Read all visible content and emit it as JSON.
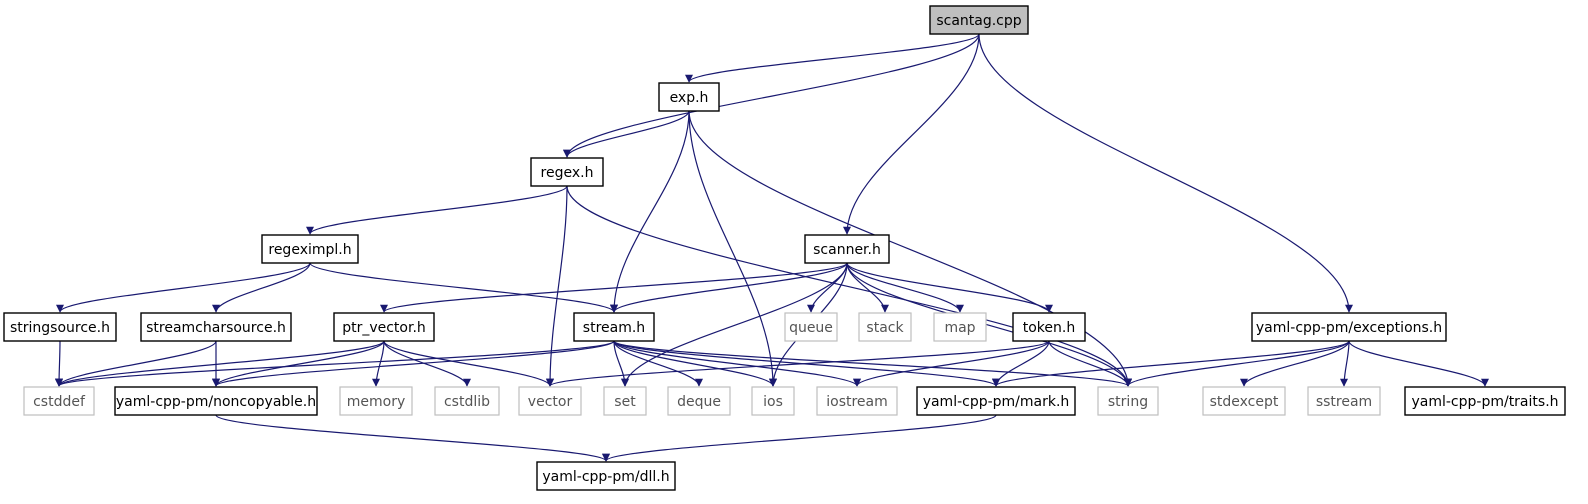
{
  "diagram": {
    "type": "include-dependency-graph",
    "colors": {
      "edge": "#191970",
      "root_fill": "#bfbfbf",
      "system_border": "#bfbfbf"
    },
    "nodes": [
      {
        "id": "scantag",
        "label": "scantag.cpp",
        "kind": "root"
      },
      {
        "id": "exp",
        "label": "exp.h",
        "kind": "local"
      },
      {
        "id": "regex",
        "label": "regex.h",
        "kind": "local"
      },
      {
        "id": "regeximpl",
        "label": "regeximpl.h",
        "kind": "local"
      },
      {
        "id": "scanner",
        "label": "scanner.h",
        "kind": "local"
      },
      {
        "id": "stringsource",
        "label": "stringsource.h",
        "kind": "local"
      },
      {
        "id": "streamcharsource",
        "label": "streamcharsource.h",
        "kind": "local"
      },
      {
        "id": "ptr_vector",
        "label": "ptr_vector.h",
        "kind": "local"
      },
      {
        "id": "stream",
        "label": "stream.h",
        "kind": "local"
      },
      {
        "id": "queue",
        "label": "queue",
        "kind": "system"
      },
      {
        "id": "stack",
        "label": "stack",
        "kind": "system"
      },
      {
        "id": "map",
        "label": "map",
        "kind": "system"
      },
      {
        "id": "token",
        "label": "token.h",
        "kind": "local"
      },
      {
        "id": "exceptions",
        "label": "yaml-cpp-pm/exceptions.h",
        "kind": "local"
      },
      {
        "id": "cstddef",
        "label": "cstddef",
        "kind": "system"
      },
      {
        "id": "noncopyable",
        "label": "yaml-cpp-pm/noncopyable.h",
        "kind": "local"
      },
      {
        "id": "memory",
        "label": "memory",
        "kind": "system"
      },
      {
        "id": "cstdlib",
        "label": "cstdlib",
        "kind": "system"
      },
      {
        "id": "vector",
        "label": "vector",
        "kind": "system"
      },
      {
        "id": "set",
        "label": "set",
        "kind": "system"
      },
      {
        "id": "deque",
        "label": "deque",
        "kind": "system"
      },
      {
        "id": "ios",
        "label": "ios",
        "kind": "system"
      },
      {
        "id": "iostream",
        "label": "iostream",
        "kind": "system"
      },
      {
        "id": "mark",
        "label": "yaml-cpp-pm/mark.h",
        "kind": "local"
      },
      {
        "id": "string",
        "label": "string",
        "kind": "system"
      },
      {
        "id": "stdexcept",
        "label": "stdexcept",
        "kind": "system"
      },
      {
        "id": "sstream",
        "label": "sstream",
        "kind": "system"
      },
      {
        "id": "traits",
        "label": "yaml-cpp-pm/traits.h",
        "kind": "local"
      },
      {
        "id": "dll",
        "label": "yaml-cpp-pm/dll.h",
        "kind": "local"
      }
    ],
    "edges": [
      {
        "from": "scantag",
        "to": "exp"
      },
      {
        "from": "scantag",
        "to": "regex"
      },
      {
        "from": "scantag",
        "to": "scanner"
      },
      {
        "from": "scantag",
        "to": "exceptions"
      },
      {
        "from": "exp",
        "to": "regex"
      },
      {
        "from": "exp",
        "to": "stream"
      },
      {
        "from": "exp",
        "to": "ios"
      },
      {
        "from": "exp",
        "to": "string"
      },
      {
        "from": "regex",
        "to": "regeximpl"
      },
      {
        "from": "regex",
        "to": "vector"
      },
      {
        "from": "regex",
        "to": "string"
      },
      {
        "from": "regeximpl",
        "to": "stringsource"
      },
      {
        "from": "regeximpl",
        "to": "streamcharsource"
      },
      {
        "from": "regeximpl",
        "to": "stream"
      },
      {
        "from": "scanner",
        "to": "ptr_vector"
      },
      {
        "from": "scanner",
        "to": "stream"
      },
      {
        "from": "scanner",
        "to": "set"
      },
      {
        "from": "scanner",
        "to": "ios"
      },
      {
        "from": "scanner",
        "to": "queue"
      },
      {
        "from": "scanner",
        "to": "stack"
      },
      {
        "from": "scanner",
        "to": "map"
      },
      {
        "from": "scanner",
        "to": "token"
      },
      {
        "from": "scanner",
        "to": "string"
      },
      {
        "from": "stringsource",
        "to": "cstddef"
      },
      {
        "from": "streamcharsource",
        "to": "cstddef"
      },
      {
        "from": "streamcharsource",
        "to": "noncopyable"
      },
      {
        "from": "ptr_vector",
        "to": "cstddef"
      },
      {
        "from": "ptr_vector",
        "to": "noncopyable"
      },
      {
        "from": "ptr_vector",
        "to": "memory"
      },
      {
        "from": "ptr_vector",
        "to": "cstdlib"
      },
      {
        "from": "ptr_vector",
        "to": "vector"
      },
      {
        "from": "stream",
        "to": "cstddef"
      },
      {
        "from": "stream",
        "to": "noncopyable"
      },
      {
        "from": "stream",
        "to": "set"
      },
      {
        "from": "stream",
        "to": "deque"
      },
      {
        "from": "stream",
        "to": "ios"
      },
      {
        "from": "stream",
        "to": "iostream"
      },
      {
        "from": "stream",
        "to": "mark"
      },
      {
        "from": "stream",
        "to": "string"
      },
      {
        "from": "token",
        "to": "vector"
      },
      {
        "from": "token",
        "to": "iostream"
      },
      {
        "from": "token",
        "to": "mark"
      },
      {
        "from": "token",
        "to": "string"
      },
      {
        "from": "exceptions",
        "to": "mark"
      },
      {
        "from": "exceptions",
        "to": "string"
      },
      {
        "from": "exceptions",
        "to": "stdexcept"
      },
      {
        "from": "exceptions",
        "to": "sstream"
      },
      {
        "from": "exceptions",
        "to": "traits"
      },
      {
        "from": "noncopyable",
        "to": "dll"
      },
      {
        "from": "mark",
        "to": "dll"
      }
    ]
  }
}
